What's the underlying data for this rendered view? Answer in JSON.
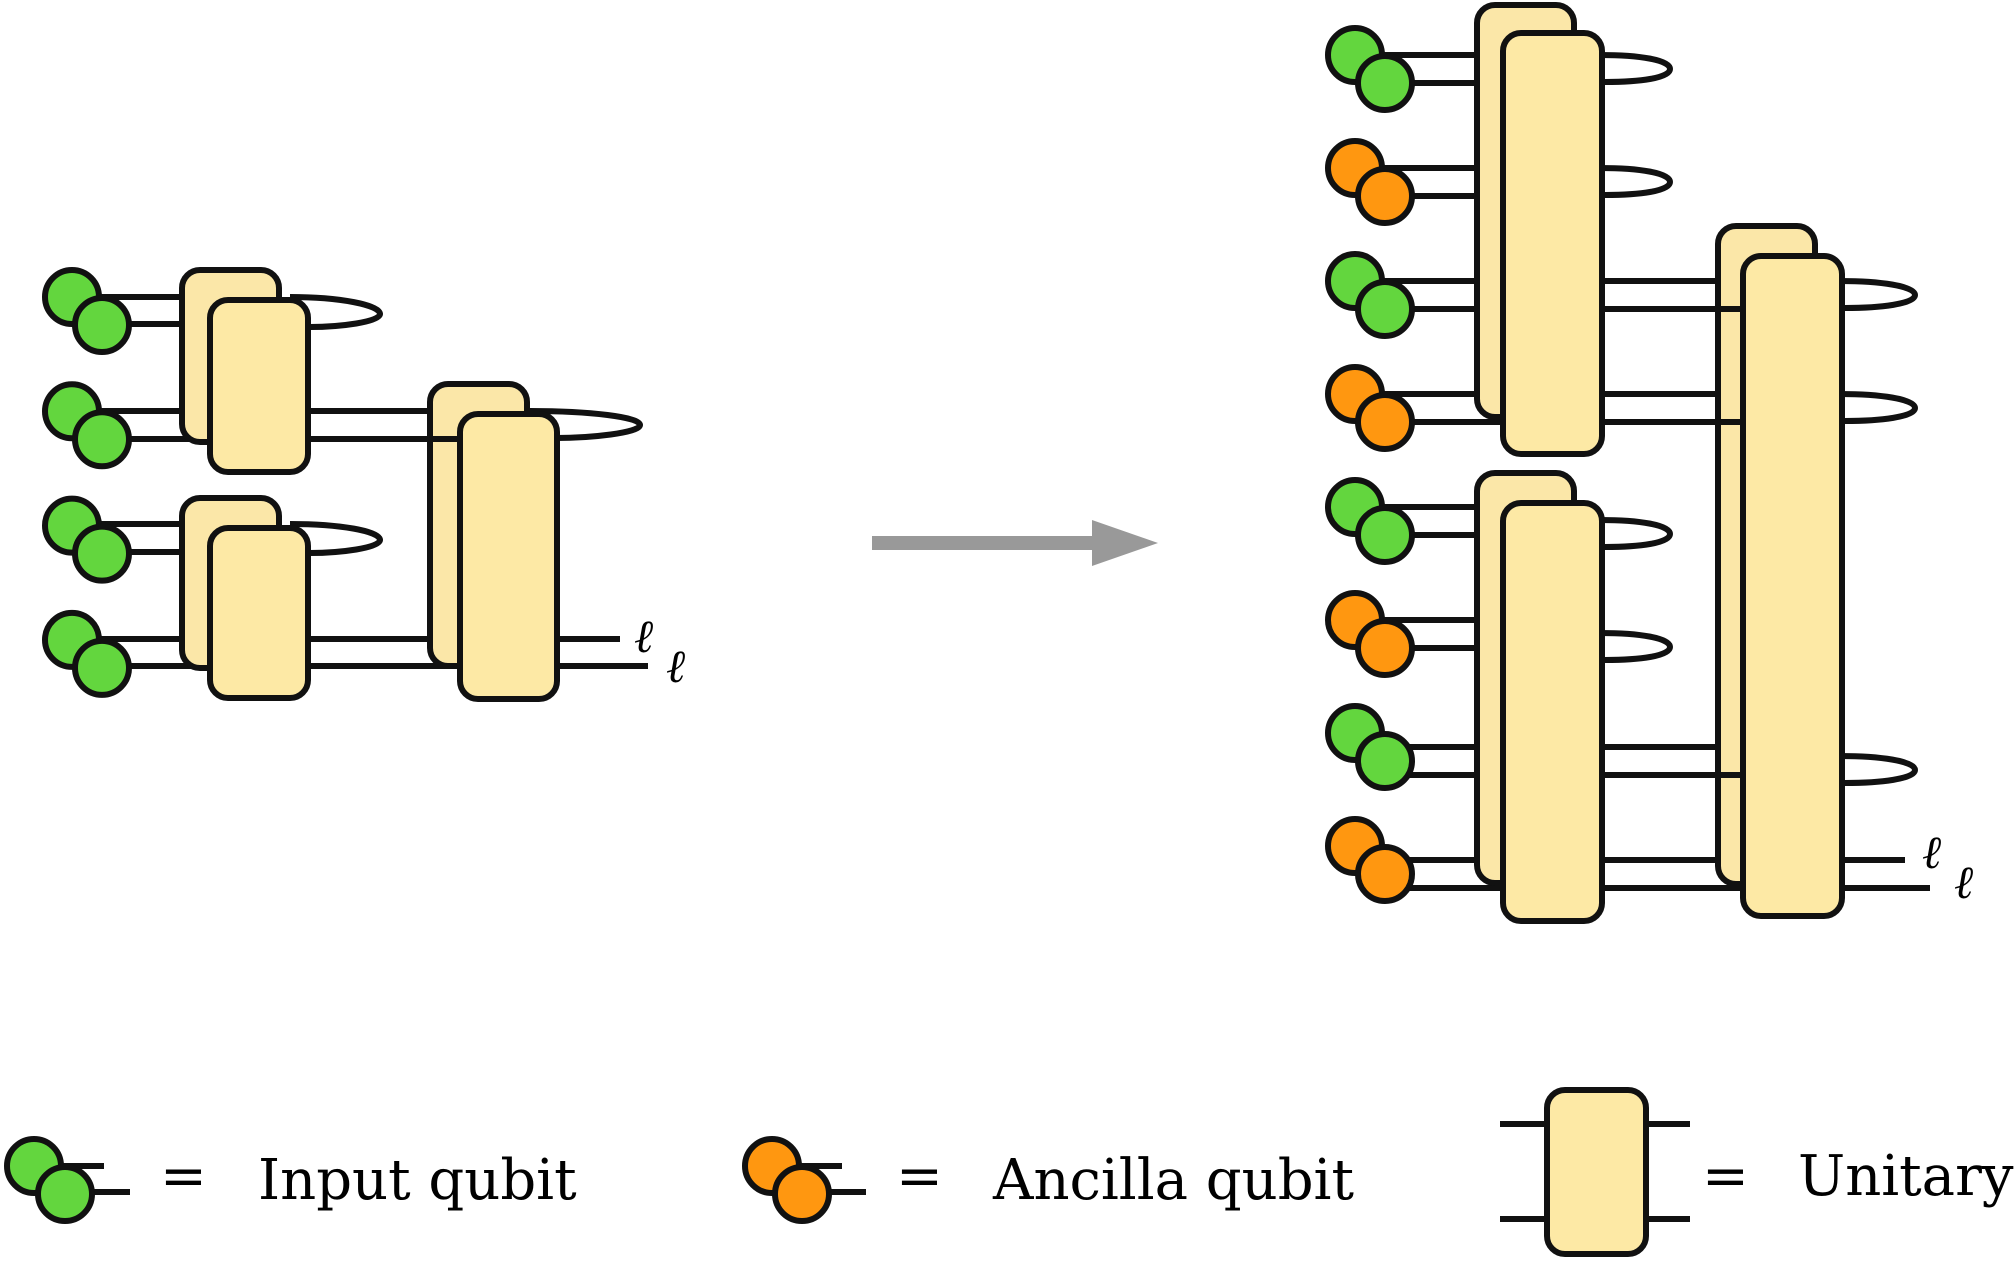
{
  "colors": {
    "input_qubit": "#63d63e",
    "ancilla_qubit": "#ff9710",
    "unitary_fill": "#fde9a5",
    "unitary_fill_back": "#fbe7a8",
    "stroke": "#111111",
    "arrow": "#999999"
  },
  "left_circuit": {
    "qubit_rows": [
      "input",
      "input",
      "input",
      "input"
    ],
    "output_label_1": "ℓ",
    "output_label_2": "ℓ"
  },
  "right_circuit": {
    "qubit_rows": [
      "input",
      "ancilla",
      "input",
      "ancilla",
      "input",
      "ancilla",
      "input",
      "ancilla"
    ],
    "output_label_1": "ℓ",
    "output_label_2": "ℓ"
  },
  "arrow_icon": "right-arrow",
  "legend": {
    "eq_symbol": "=",
    "input_label": "Input qubit",
    "ancilla_label": "Ancilla qubit",
    "unitary_label": "Unitary"
  }
}
